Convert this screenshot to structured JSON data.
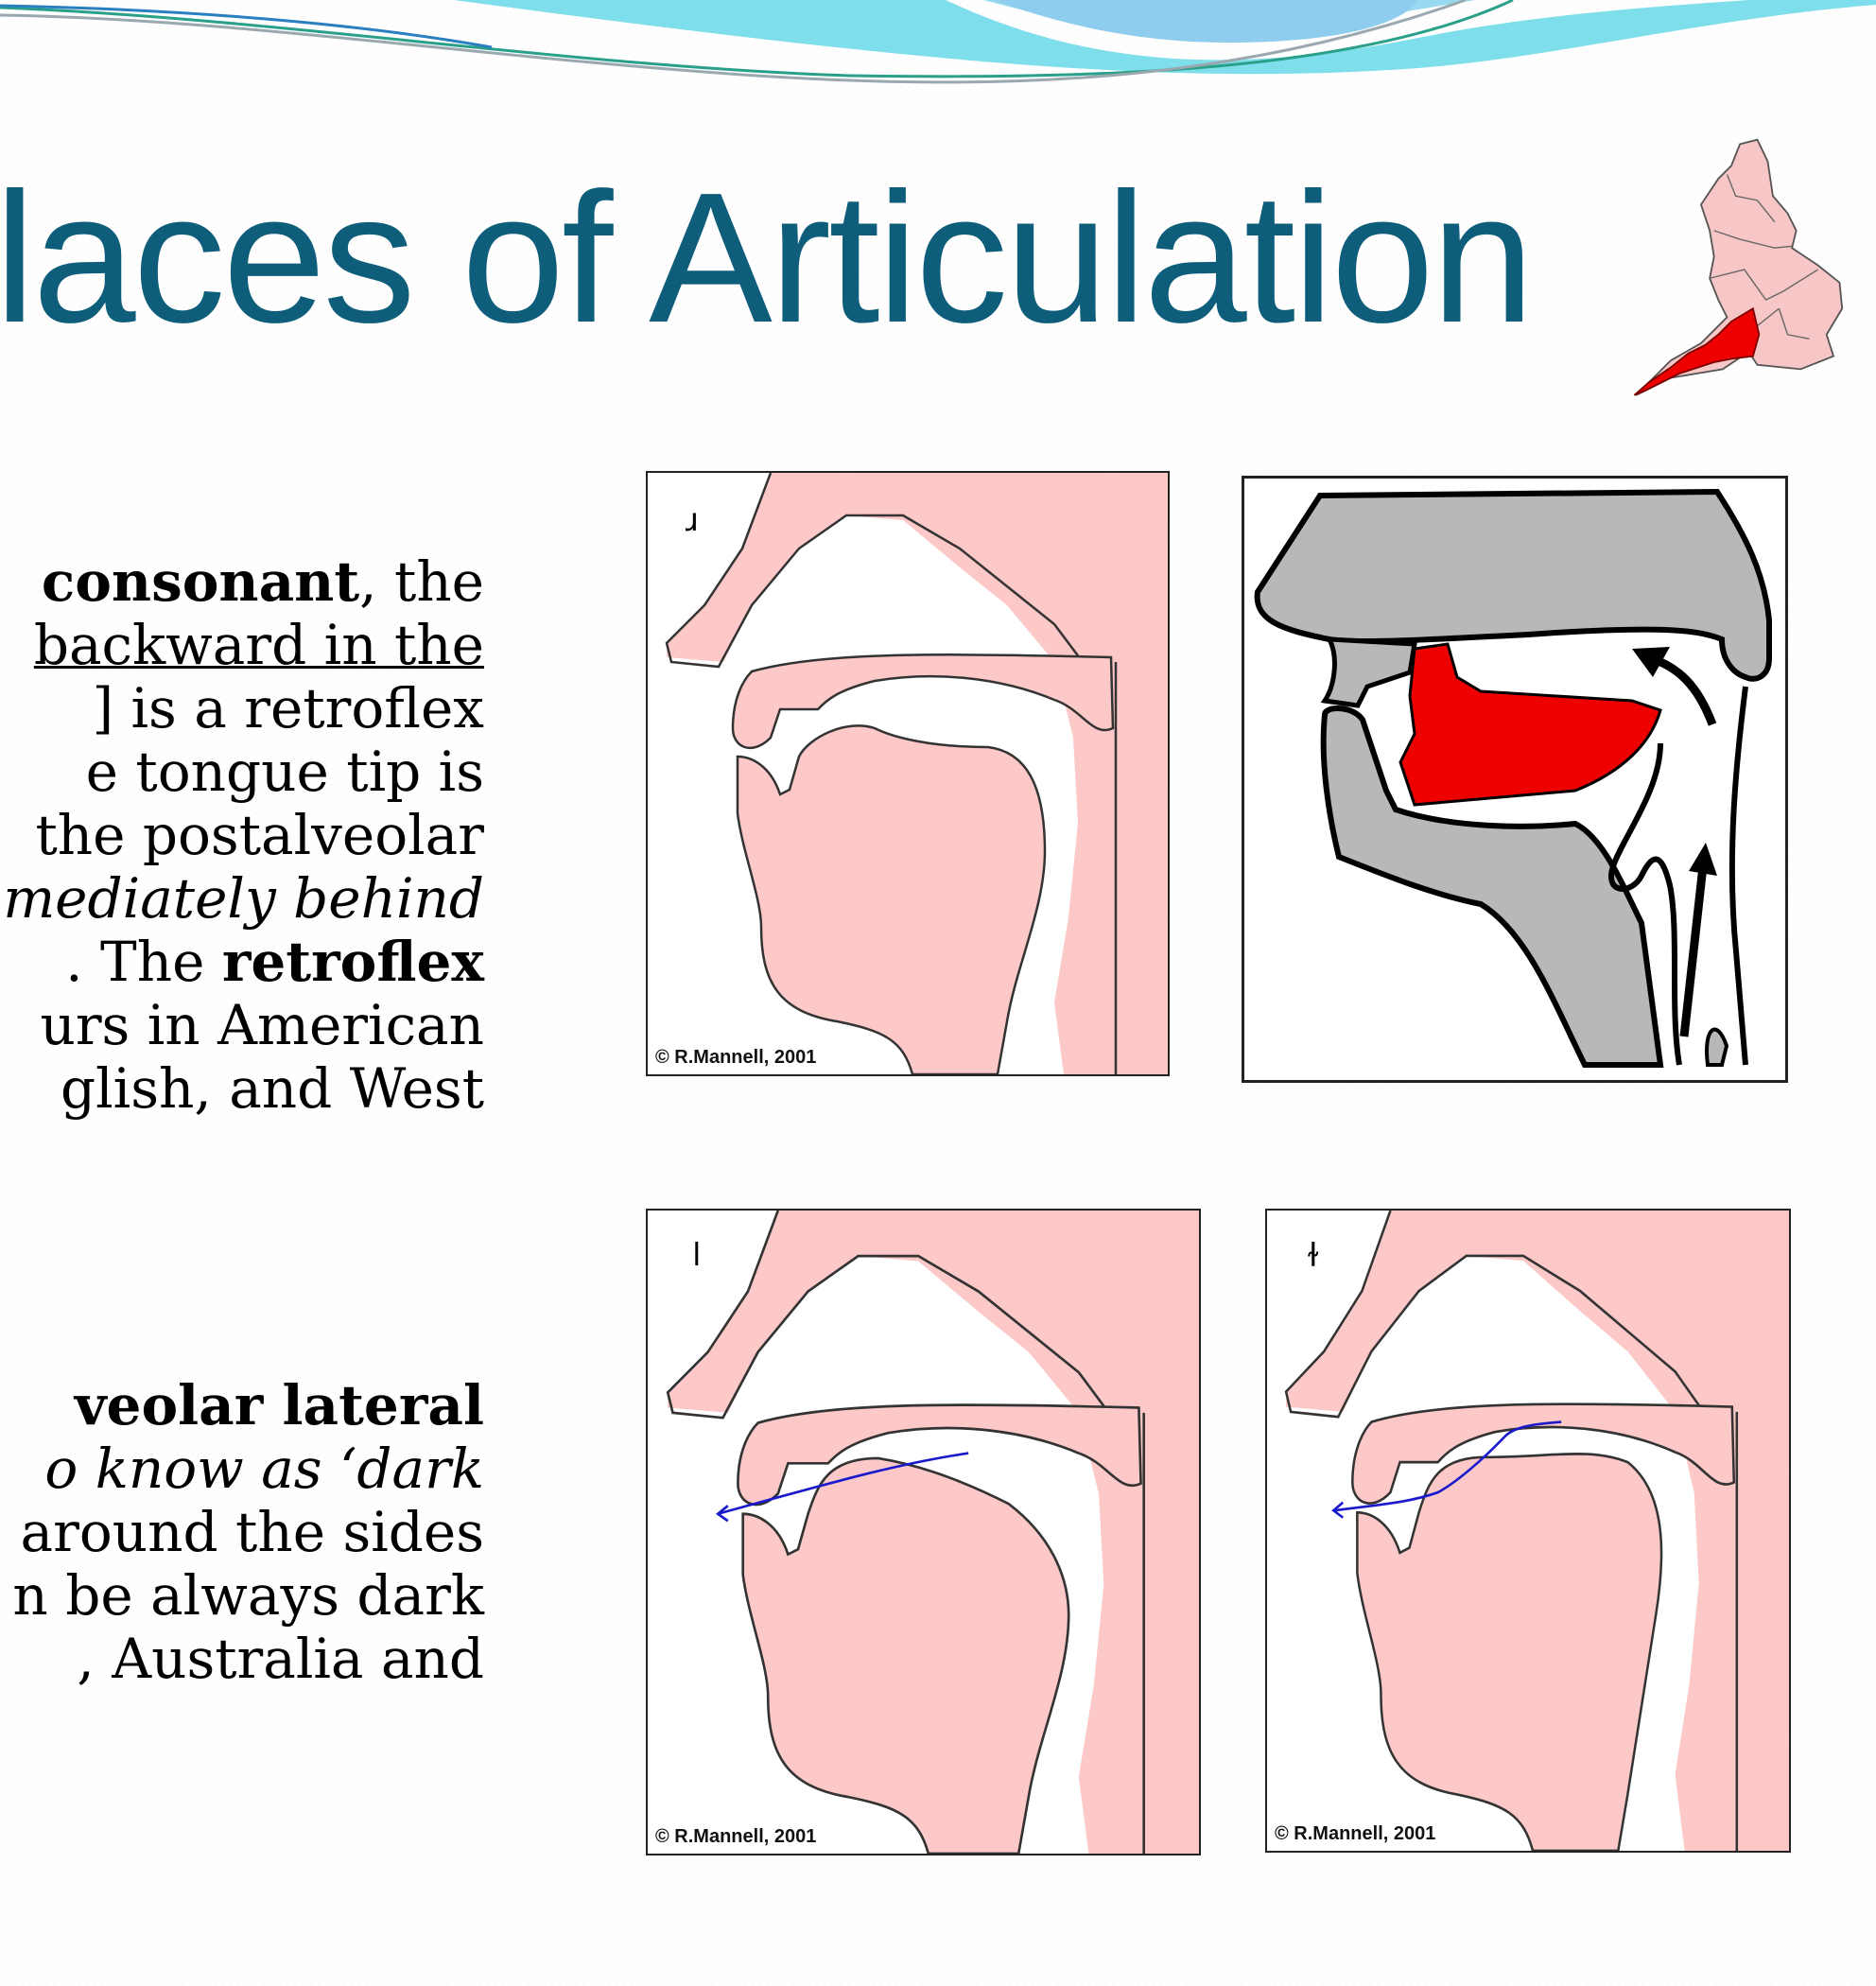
{
  "slide": {
    "title": "laces of Articulation",
    "title_color": "#0e5e7b",
    "map": {
      "label": "england-regions-map",
      "highlight_region": "South West",
      "highlight_color": "#ee0000",
      "base_color": "#f7c6c6"
    }
  },
  "text_block_1": {
    "lines": [
      {
        "parts": [
          {
            "t": "consonant",
            "style": "b"
          },
          {
            "t": ",   the",
            "style": ""
          }
        ]
      },
      {
        "parts": [
          {
            "t": " backward in the",
            "style": "u"
          }
        ]
      },
      {
        "parts": [
          {
            "t": "]  is  a  retroflex",
            "style": ""
          }
        ]
      },
      {
        "parts": [
          {
            "t": "e  tongue  tip  is",
            "style": ""
          }
        ]
      },
      {
        "parts": [
          {
            "t": "the  postalveolar",
            "style": ""
          }
        ]
      },
      {
        "parts": [
          {
            "t": "mediately behind",
            "style": "i"
          }
        ]
      },
      {
        "parts": [
          {
            "t": ".  The  ",
            "style": ""
          },
          {
            "t": "retroflex",
            "style": "b"
          }
        ]
      },
      {
        "parts": [
          {
            "t": "urs  in  American",
            "style": ""
          }
        ]
      },
      {
        "parts": [
          {
            "t": "glish,   and   West",
            "style": ""
          }
        ]
      }
    ]
  },
  "text_block_2": {
    "lines": [
      {
        "parts": [
          {
            "t": "veolar      ",
            "style": "b"
          },
          {
            "t": "lateral",
            "style": "b"
          }
        ]
      },
      {
        "parts": [
          {
            "t": "o  know  as  ‘dark",
            "style": "i"
          }
        ]
      },
      {
        "parts": [
          {
            "t": "around the sides",
            "style": ""
          }
        ]
      },
      {
        "parts": [
          {
            "t": "n be always dark",
            "style": ""
          }
        ]
      },
      {
        "parts": [
          {
            "t": ",   Australia   and",
            "style": ""
          }
        ]
      }
    ]
  },
  "diagrams": [
    {
      "id": "retroflex-approximant",
      "symbol": "ɹ",
      "copyright": "© R.Mannell, 2001"
    },
    {
      "id": "retroflex-tongue-red",
      "symbol": "",
      "copyright": ""
    },
    {
      "id": "alveolar-lateral-clear",
      "symbol": "l",
      "copyright": "© R.Mannell, 2001"
    },
    {
      "id": "alveolar-lateral-dark",
      "symbol": "ɫ",
      "copyright": "© R.Mannell, 2001"
    }
  ],
  "colors": {
    "tissue_pink": "#fcc8c8",
    "airflow_blue": "#1a1acc",
    "gray_head": "#b8b8b8",
    "tongue_red": "#ee0000"
  }
}
